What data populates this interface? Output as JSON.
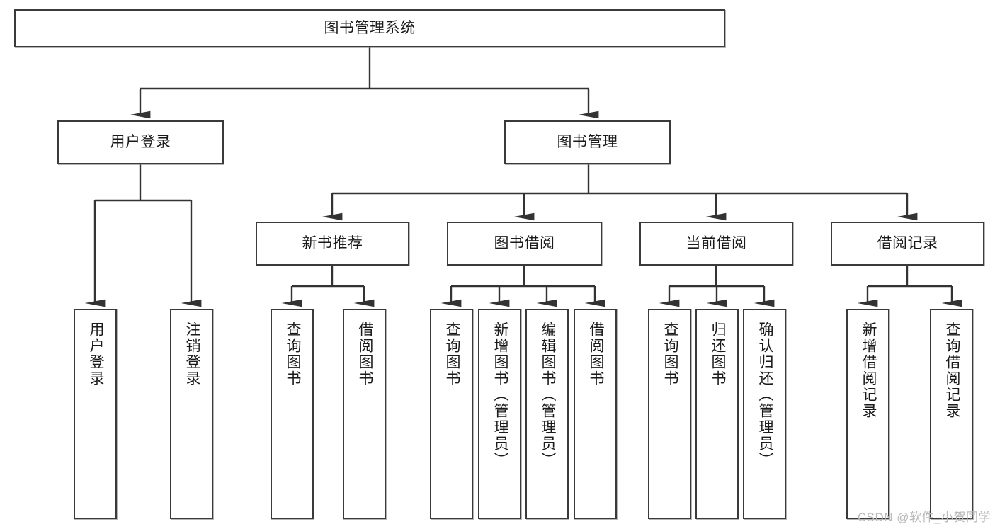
{
  "chart_data": {
    "type": "diagram",
    "title": "图书管理系统",
    "diagram_kind": "tree / functional decomposition (功能结构图)",
    "orientation": "top-down",
    "watermark": "CSDN @软件_小贺同学",
    "colors": {
      "node_border": "#3a3a3a",
      "node_fill": "#ffffff",
      "edge": "#333333",
      "text": "#1a1a1a",
      "watermark": "#b9b9b9",
      "background": "#ffffff"
    },
    "levels": 4
  },
  "nodes": {
    "root": {
      "label": "图书管理系统"
    },
    "level2": [
      {
        "id": "user-login",
        "label": "用户登录"
      },
      {
        "id": "book-manage",
        "label": "图书管理"
      }
    ],
    "level3": [
      {
        "id": "new-book-recommend",
        "label": "新书推荐"
      },
      {
        "id": "book-borrow",
        "label": "图书借阅"
      },
      {
        "id": "current-borrow",
        "label": "当前借阅"
      },
      {
        "id": "borrow-record",
        "label": "借阅记录"
      }
    ],
    "leaves": {
      "user_login": [
        {
          "id": "leaf-user-login",
          "label": "用户登录"
        },
        {
          "id": "leaf-logout-login",
          "label": "注销登录"
        }
      ],
      "new_book_recommend": [
        {
          "id": "leaf-query-book-1",
          "label": "查询图书"
        },
        {
          "id": "leaf-borrow-book-1",
          "label": "借阅图书"
        }
      ],
      "book_borrow": [
        {
          "id": "leaf-query-book-2",
          "label": "查询图书"
        },
        {
          "id": "leaf-add-book",
          "label": "新增图书（管理员）"
        },
        {
          "id": "leaf-edit-book",
          "label": "编辑图书（管理员）"
        },
        {
          "id": "leaf-borrow-book-2",
          "label": "借阅图书"
        }
      ],
      "current_borrow": [
        {
          "id": "leaf-query-book-3",
          "label": "查询图书"
        },
        {
          "id": "leaf-return-book",
          "label": "归还图书"
        },
        {
          "id": "leaf-confirm-return",
          "label": "确认归还（管理员）"
        }
      ],
      "borrow_record": [
        {
          "id": "leaf-add-borrow-record",
          "label": "新增借阅记录"
        },
        {
          "id": "leaf-query-borrow-record",
          "label": "查询借阅记录"
        }
      ]
    }
  },
  "footer": {
    "watermark": "CSDN @软件_小贺同学"
  }
}
